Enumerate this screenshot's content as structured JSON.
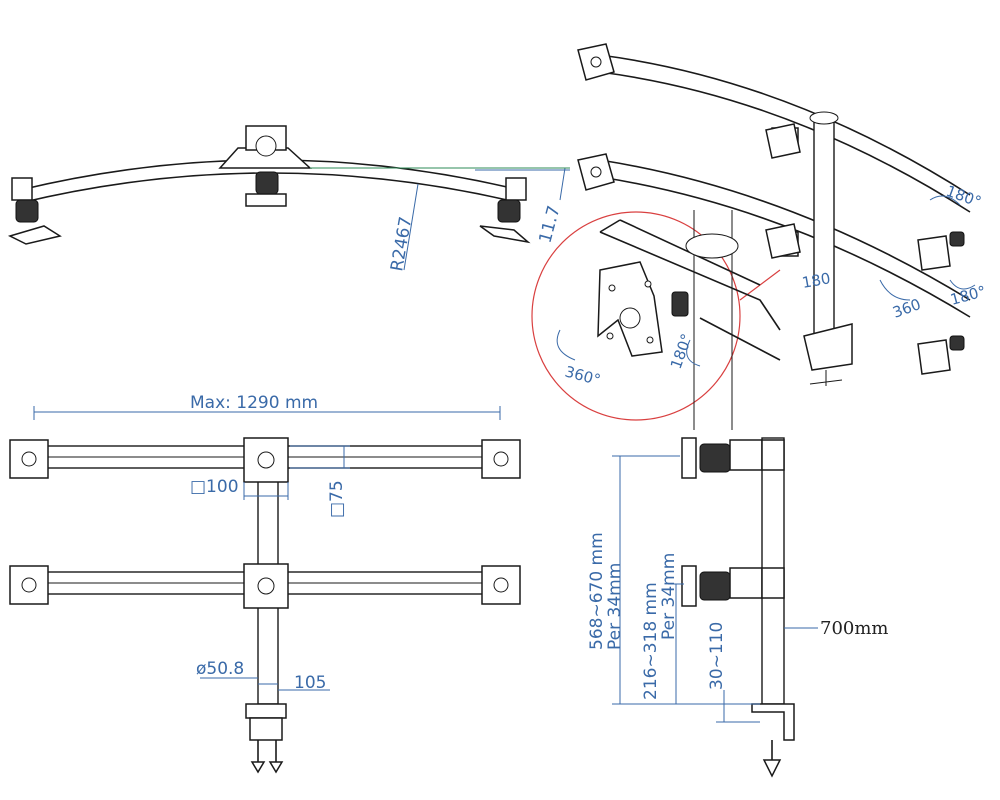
{
  "labels": {
    "radius": "R2467",
    "angle": "11.7",
    "max_span": "Max: 1290 mm",
    "vesa_100": "□100",
    "vesa_75": "□75",
    "pole_dia": "ø50.8",
    "clamp_w": "105",
    "height_total": "568~670 mm",
    "per_34_a": "Per 34mm",
    "height_lower": "216~318 mm",
    "per_34_b": "Per 34mm",
    "base_gap": "30~110",
    "pole_len": "700mm",
    "rot_180_a": "180°",
    "rot_180_b": "180°",
    "rot_360_a": "360",
    "rot_180_c": "180",
    "rot_360_b": "360°",
    "rot_180_d": "180°"
  },
  "colors": {
    "line": "#1a1a1a",
    "dimension": "#3a6aa8",
    "detail_circle": "#d94040"
  }
}
